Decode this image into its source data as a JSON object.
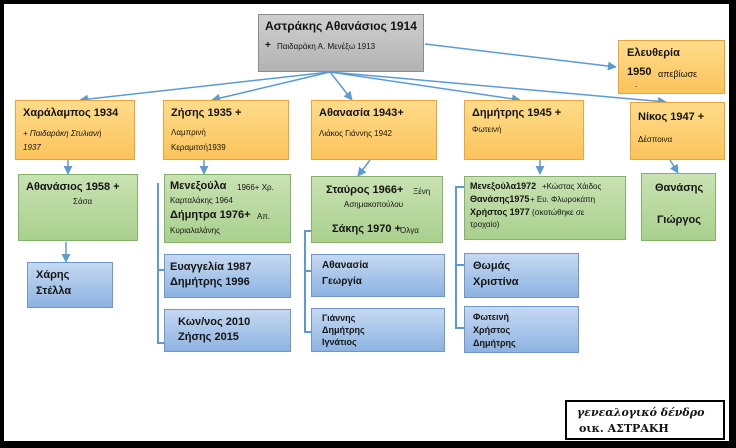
{
  "root": {
    "name": "Αστράκης Αθανάσιος 1914",
    "spouse": "Παιδαράκη Α. Μενέξω  1913",
    "plus": "+"
  },
  "children": [
    {
      "name": "Χαράλαμπος 1934",
      "spouse_lines": [
        "+ Παιδαράκη Στυλιανή",
        "1937"
      ]
    },
    {
      "name": "Ζήσης 1935 +",
      "spouse_lines": [
        "Λαμπρινή",
        "Κεραμιτσή1939"
      ]
    },
    {
      "name": "Αθανασία 1943+",
      "spouse_lines": [
        "Λιάκος Γιάννης 1942"
      ]
    },
    {
      "name": "Δημήτρης 1945 +",
      "spouse_lines": [
        "Φωτεινή"
      ]
    },
    {
      "name": "Νίκος 1947 +",
      "spouse_lines": [
        "Δέσποινα"
      ]
    },
    {
      "name": "Ελευθερία",
      "name2": "1950",
      "note": "απεβίωσε",
      "dot": "."
    }
  ],
  "grandchildren": {
    "c1": {
      "name": "Αθανάσιος 1958 +",
      "spouse": "Σάσα"
    },
    "c2": {
      "l1_name": "Μενεξούλα",
      "l1_rest": "1966+ Χρ.",
      "l2": "Καρταλάκης 1964",
      "l3_name": "Δήμητρα 1976+",
      "l3_rest": "Απ.",
      "l4": "Κυριαλαλάνης"
    },
    "c3": {
      "l1_name": "Σταύρος 1966+",
      "l1_rest": "Ξένη",
      "l2": "Ασημακοπούλου",
      "l3_name": "Σάκης 1970 +",
      "l3_rest": "Όλγα"
    },
    "c4": {
      "l1_name": "Μενεξούλα1972",
      "l1_rest": "+Κώστας Χάιδος",
      "l2_name": "Θανάσης1975",
      "l2_rest": "+ Ευ. Φλωροκάπη",
      "l3_name": "Χρήστος 1977",
      "l3_rest": "(σκοτώθηκε σε",
      "l4": "τροχαίο)"
    },
    "c5": {
      "line1": "Θανάσης",
      "line2": "Γιώργος"
    }
  },
  "great_grandchildren": {
    "g1": [
      "Χάρης",
      "Στέλλα"
    ],
    "g2a": [
      "Ευαγγελία 1987",
      "Δημήτρης 1996"
    ],
    "g2b": [
      "Κων/νος 2010",
      "Ζήσης 2015"
    ],
    "g3a": [
      "Αθανασία",
      "Γεωργία"
    ],
    "g3b": [
      "Γιάννης",
      "Δημήτρης",
      "Ιγνάτιος"
    ],
    "g4a": [
      "Θωμάς",
      "Χριστίνα"
    ],
    "g4b": [
      "Φωτεινή",
      "Χρήστος",
      "Δημήτρης"
    ]
  },
  "caption": [
    "γενεαλογικό δένδρο",
    "οικ. ΑΣΤΡΑΚΗ"
  ],
  "colors": {
    "root": "#bfbfbf",
    "child": "#fbc35c",
    "grandchild": "#a9d08e",
    "great_grandchild": "#8db3e2",
    "connector": "#5b9bd5"
  }
}
